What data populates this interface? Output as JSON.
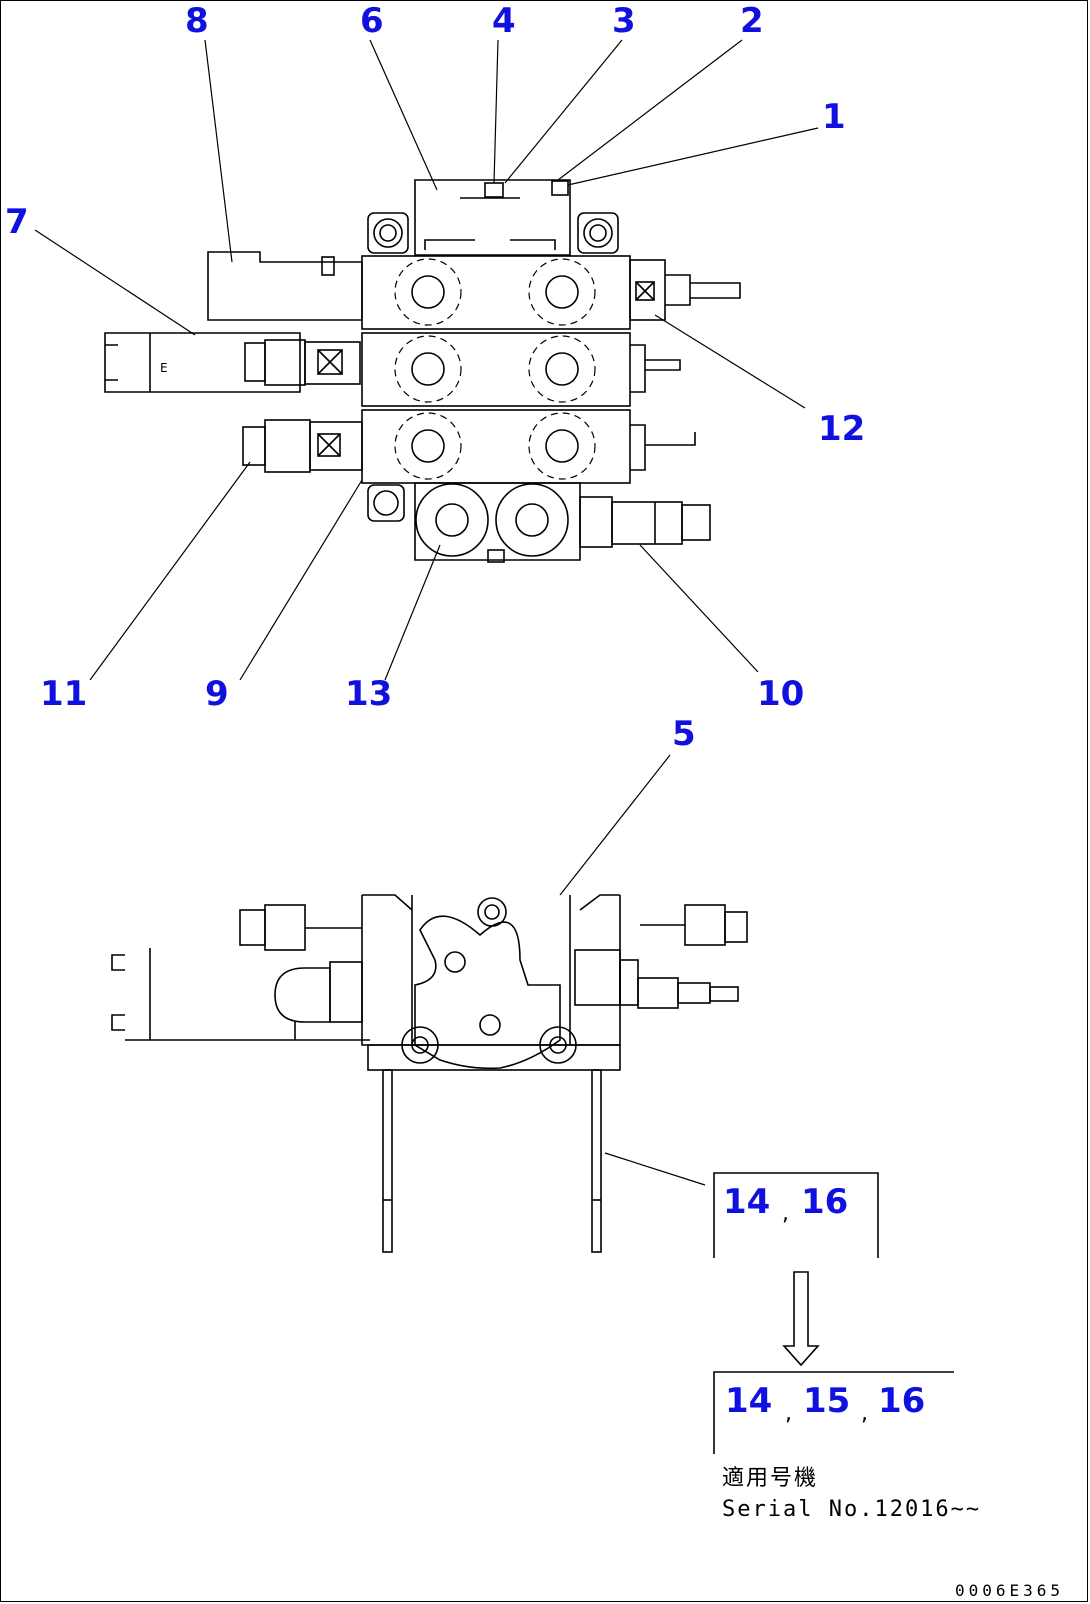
{
  "callouts": [
    "1",
    "2",
    "3",
    "4",
    "5",
    "6",
    "7",
    "8",
    "9",
    "10",
    "11",
    "12",
    "13"
  ],
  "kit_before": {
    "a": "14",
    "b": "16",
    "sep": ","
  },
  "kit_after": {
    "a": "14",
    "b": "15",
    "c": "16",
    "sep": ","
  },
  "note": {
    "jp": "適用号機",
    "serial": "Serial No.12016~~"
  },
  "drawing_code": "0006E365",
  "colors": {
    "label": "#1010e0",
    "line": "#000000",
    "paper": "#ffffff"
  }
}
